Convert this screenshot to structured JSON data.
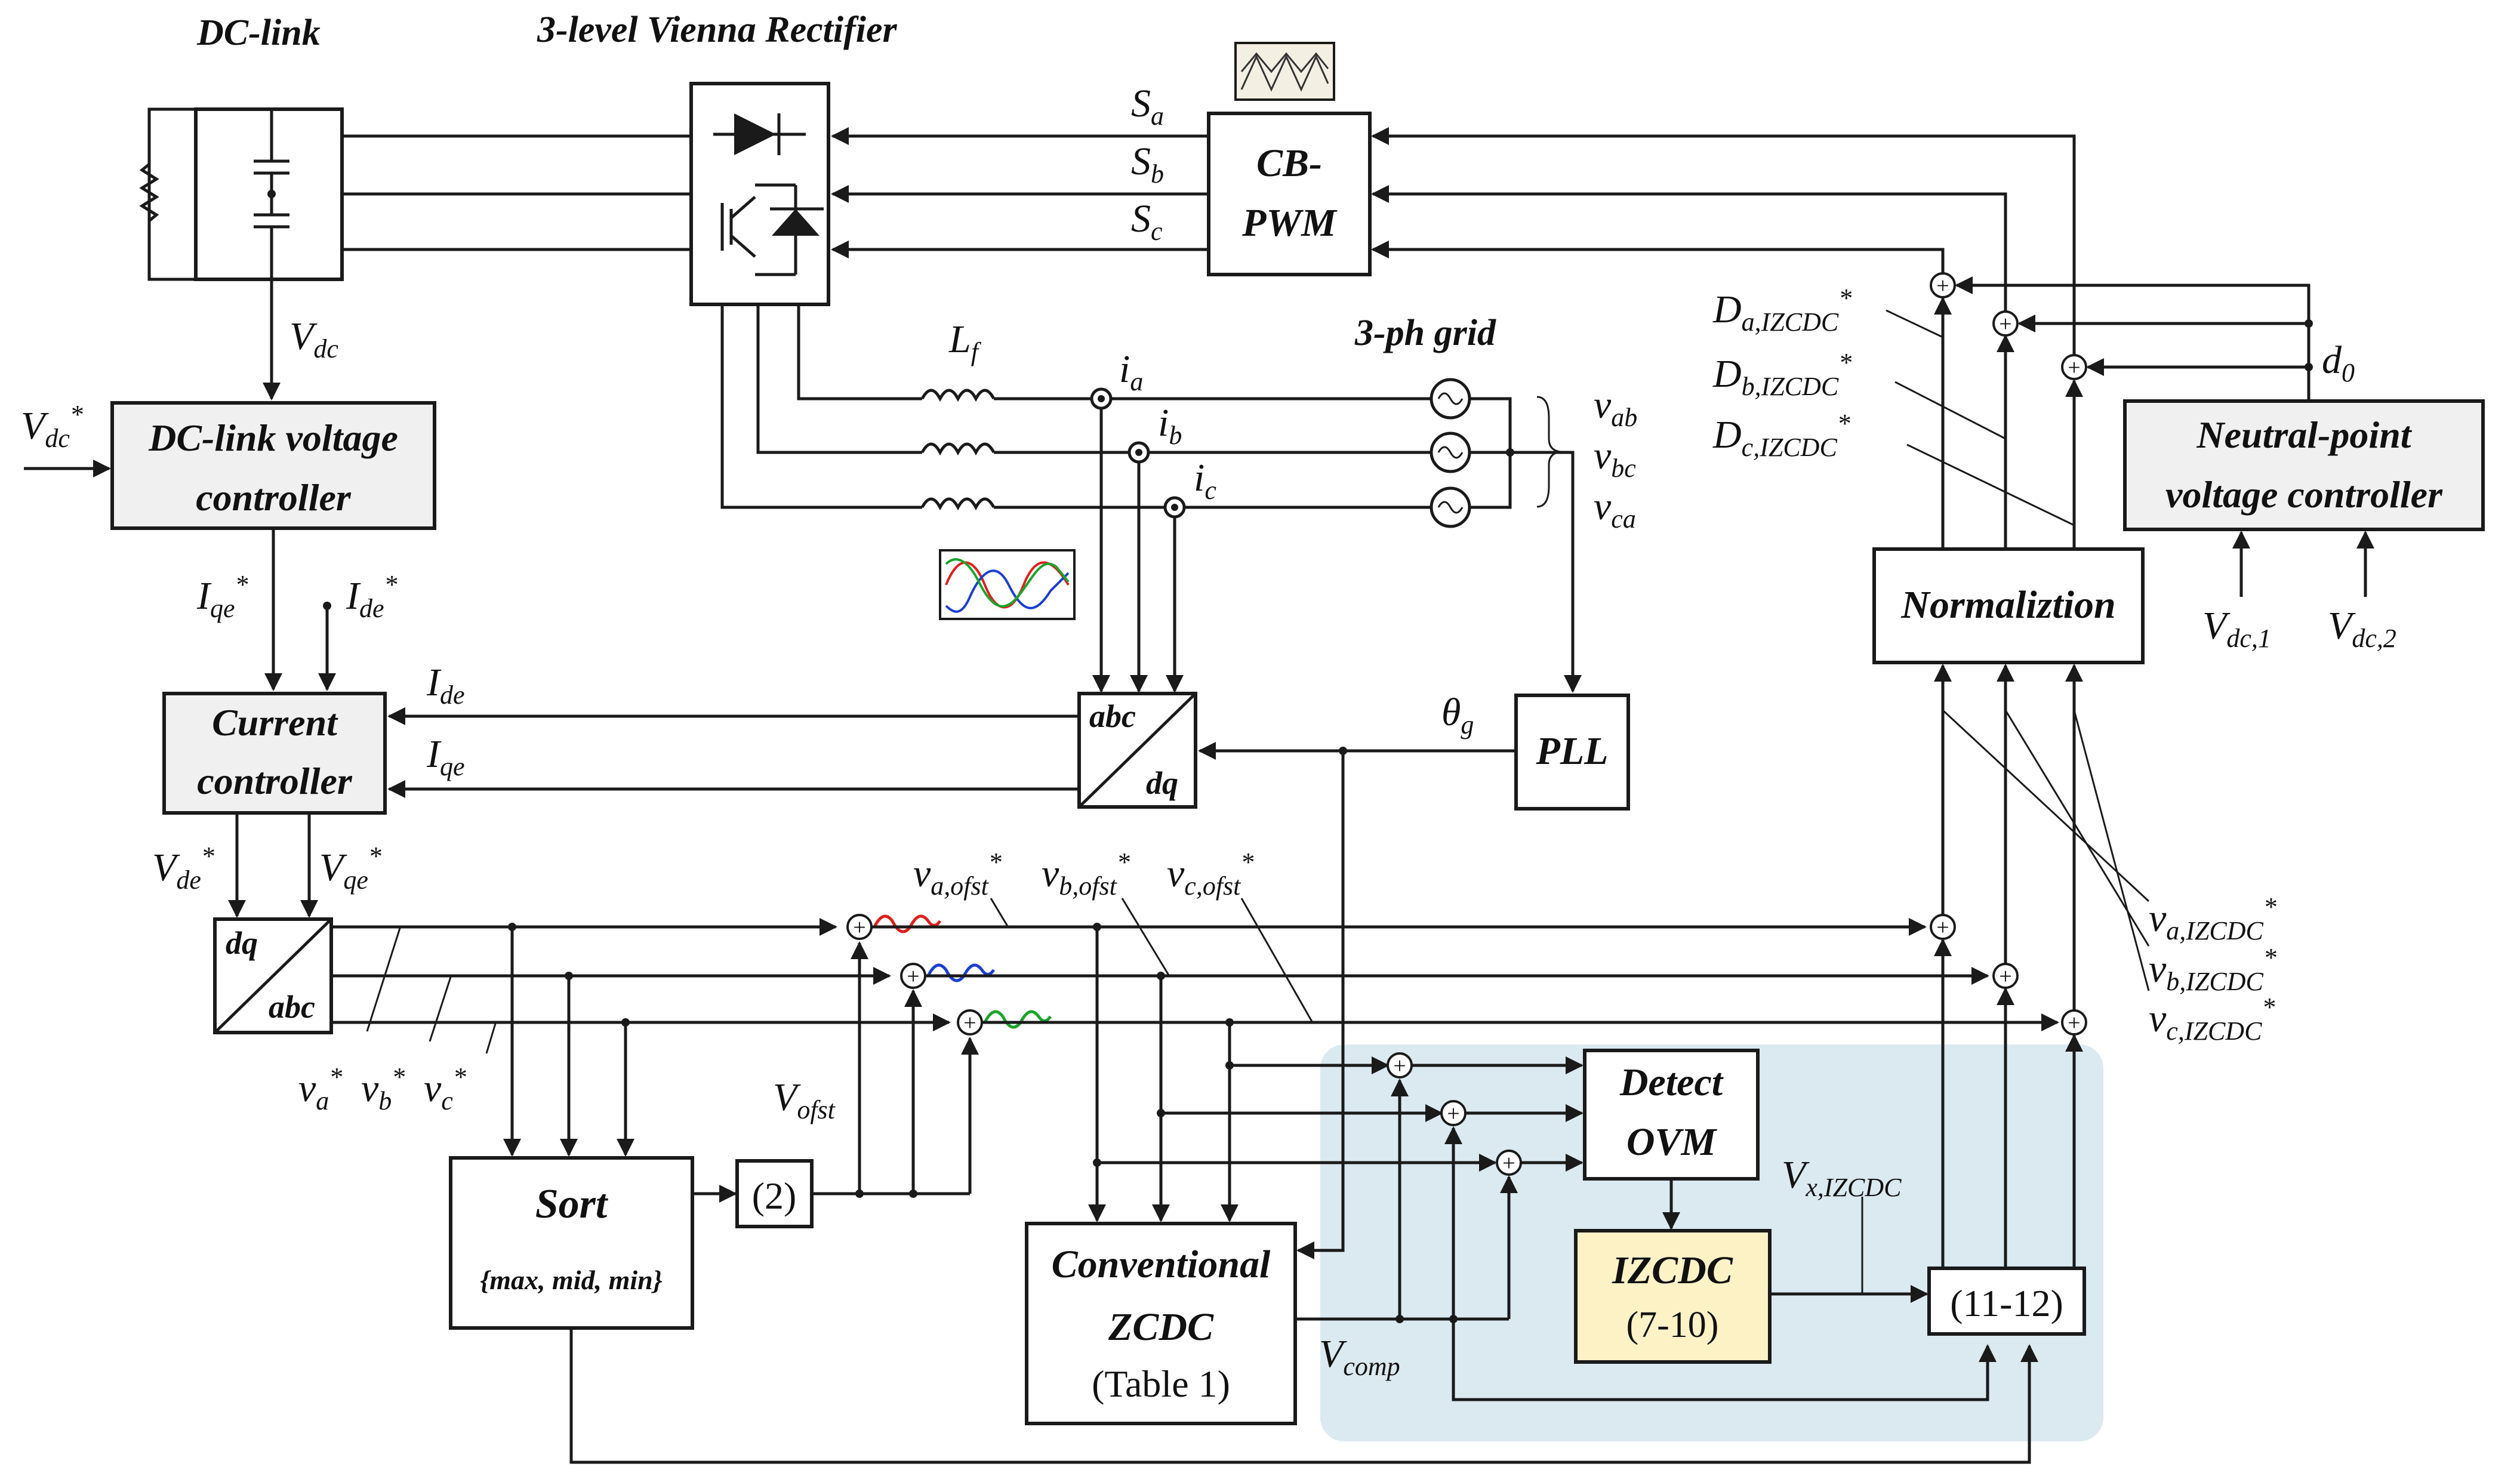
{
  "titles": {
    "dc_link": "DC-link",
    "vienna": "3-level Vienna Rectifier",
    "grid": "3-ph grid"
  },
  "blocks": {
    "cbpwm_1": "CB-",
    "cbpwm_2": "PWM",
    "dclink_ctrl_1": "DC-link voltage",
    "dclink_ctrl_2": "controller",
    "current_ctrl_1": "Current",
    "current_ctrl_2": "controller",
    "abc": "abc",
    "dq": "dq",
    "pll": "PLL",
    "normalization": "Normaliztion",
    "np_ctrl_1": "Neutral-point",
    "np_ctrl_2": "voltage controller",
    "sort": "Sort",
    "sort_sub": "{max, mid, min}",
    "eq2": "(2)",
    "conv_zcdc_1": "Conventional",
    "conv_zcdc_2": "ZCDC",
    "conv_zcdc_3": "(Table 1)",
    "detect_ovm_1": "Detect",
    "detect_ovm_2": "OVM",
    "izcdc_1": "IZCDC",
    "izcdc_2": "(7-10)",
    "eq1112": "(11-12)"
  },
  "labels": {
    "Sa": "S",
    "Sa_sub": "a",
    "Sb": "S",
    "Sb_sub": "b",
    "Sc": "S",
    "Sc_sub": "c",
    "Vdc": "V",
    "Vdc_sub": "dc",
    "Vdc_ref": "V",
    "Vdc_ref_sub": "dc",
    "Vdc_ref_sup": "*",
    "Lf": "L",
    "Lf_sub": "f",
    "ia": "i",
    "ia_sub": "a",
    "ib": "i",
    "ib_sub": "b",
    "ic": "i",
    "ic_sub": "c",
    "vab": "v",
    "vab_sub": "ab",
    "vbc": "v",
    "vbc_sub": "bc",
    "vca": "v",
    "vca_sub": "ca",
    "Da": "D",
    "Da_sub": "a,IZCDC",
    "Da_sup": "*",
    "Db": "D",
    "Db_sub": "b,IZCDC",
    "Db_sup": "*",
    "Dc": "D",
    "Dc_sub": "c,IZCDC",
    "Dc_sup": "*",
    "d0": "d",
    "d0_sub": "0",
    "Iqe_ref": "I",
    "Iqe_ref_sub": "qe",
    "Iqe_ref_sup": "*",
    "Ide_ref": "I",
    "Ide_ref_sub": "de",
    "Ide_ref_sup": "*",
    "Ide": "I",
    "Ide_sub": "de",
    "Iqe": "I",
    "Iqe_sub": "qe",
    "theta": "θ",
    "theta_sub": "g",
    "Vdc1": "V",
    "Vdc1_sub": "dc,1",
    "Vdc2": "V",
    "Vdc2_sub": "dc,2",
    "Vde_ref": "V",
    "Vde_ref_sub": "de",
    "Vde_ref_sup": "*",
    "Vqe_ref": "V",
    "Vqe_ref_sub": "qe",
    "Vqe_ref_sup": "*",
    "va_ofst": "v",
    "va_ofst_sub": "a,ofst",
    "va_ofst_sup": "*",
    "vb_ofst": "v",
    "vb_ofst_sub": "b,ofst",
    "vb_ofst_sup": "*",
    "vc_ofst": "v",
    "vc_ofst_sub": "c,ofst",
    "vc_ofst_sup": "*",
    "va_iz": "v",
    "va_iz_sub": "a,IZCDC",
    "va_iz_sup": "*",
    "vb_iz": "v",
    "vb_iz_sub": "b,IZCDC",
    "vb_iz_sup": "*",
    "vc_iz": "v",
    "vc_iz_sub": "c,IZCDC",
    "vc_iz_sup": "*",
    "va": "v",
    "va_sub": "a",
    "va_sup": "*",
    "vb": "v",
    "vb_sub": "b",
    "vb_sup": "*",
    "vc": "v",
    "vc_sub": "c",
    "vc_sup": "*",
    "Vofst": "V",
    "Vofst_sub": "ofst",
    "Vx": "V",
    "Vx_sub": "x,IZCDC",
    "Vcomp": "V",
    "Vcomp_sub": "comp"
  },
  "colors": {
    "highlight_region": "#dbe9f1",
    "izcdc_fill": "#fdf1c6",
    "block_fill": "#f0f0f0",
    "phase_a": "#e0201c",
    "phase_b": "#1a3fd0",
    "phase_c": "#1aa52a"
  }
}
